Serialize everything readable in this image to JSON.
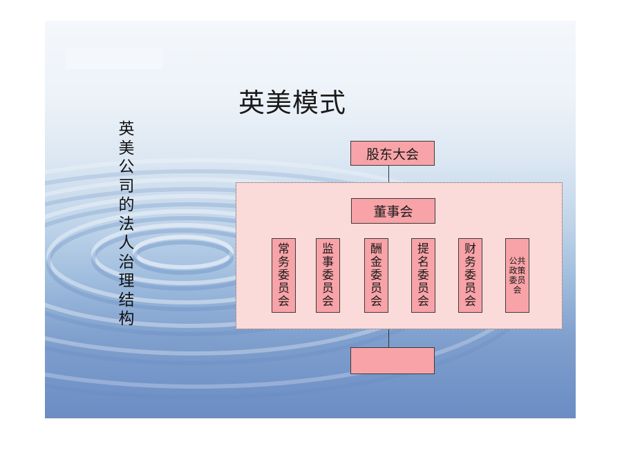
{
  "slide": {
    "title": "英美模式",
    "vertical_caption": "英美公司的法人治理结构"
  },
  "org_chart": {
    "top_node": "股东大会",
    "board": "董事会",
    "committees": [
      "常务委员会",
      "监事委员会",
      "酬金委员会",
      "提名委员会",
      "财务委员会",
      "公共政策委员会"
    ],
    "bottom_node": ""
  },
  "colors": {
    "node_fill": "#f8a3a8",
    "container_fill": "#fbdada",
    "background_top": "#f4f7fb",
    "background_bottom": "#6b8dc4"
  }
}
